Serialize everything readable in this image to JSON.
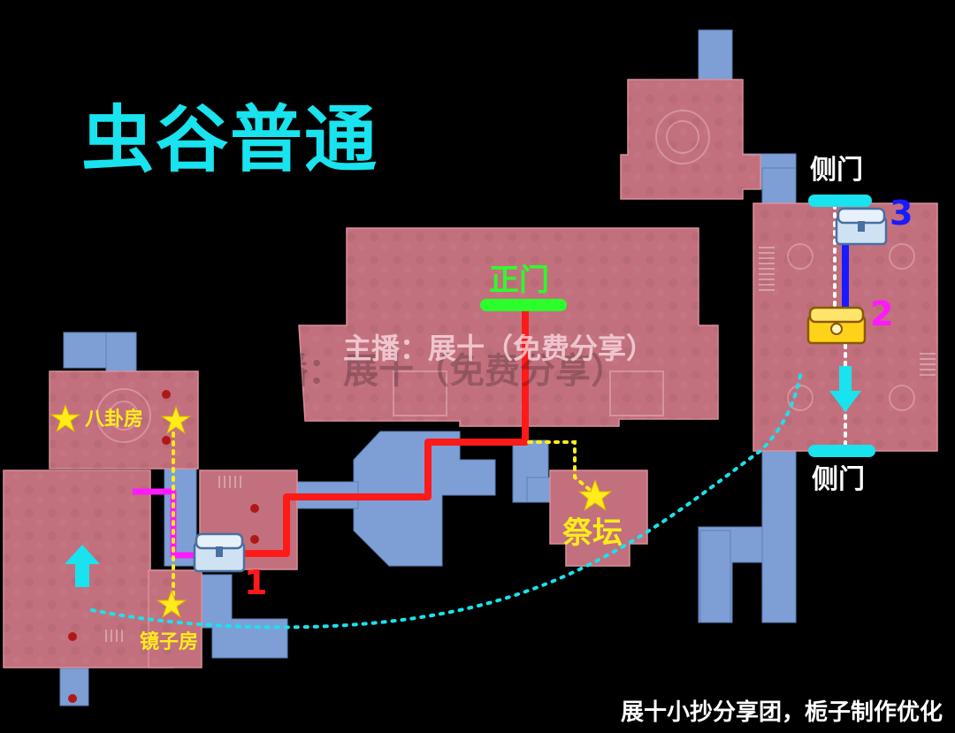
{
  "title": "虫谷普通",
  "watermark": "主播：展十（免费分享）",
  "credit": "展十小抄分享团，栀子制作优化",
  "labels": {
    "main_gate": "正门",
    "side_gate_top": "侧门",
    "side_gate_bottom": "侧门",
    "bagua_room": "八卦房",
    "mirror_room": "镜子房",
    "altar": "祭坛"
  },
  "chest_numbers": {
    "one": "1",
    "two": "2",
    "three": "3"
  },
  "colors": {
    "background": "#000000",
    "room_fill": "#c2707e",
    "corridor_fill": "#7d9fd6",
    "title": "#19e3ee",
    "main_gate": "#2bff2b",
    "route_red": "#ff1a1a",
    "route_magenta": "#ff19ff",
    "route_blue": "#1a1aff",
    "route_yellow_dotted": "#ffec1a",
    "route_cyan_dotted": "#19e3ee",
    "star": "#ffec1a"
  },
  "icons": [
    "star-icon",
    "treasure-chest-icon",
    "gold-chest-icon",
    "arrow-up-icon",
    "arrow-down-icon"
  ]
}
